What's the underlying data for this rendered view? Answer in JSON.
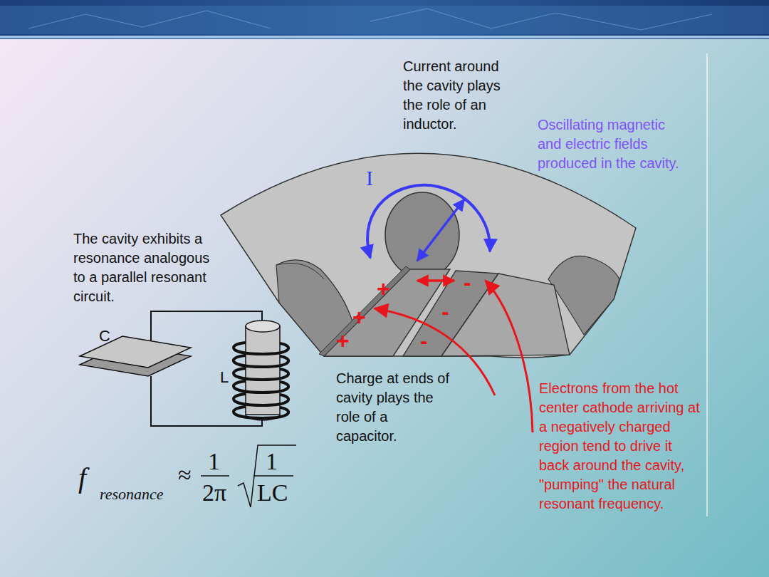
{
  "diagram": {
    "labels": [
      "Current around the cavity plays the role of an inductor.",
      "Oscillating magnetic and electric fields produced in the cavity.",
      "The cavity exhibits a resonance analogous to a parallel resonant circuit.",
      "Charge at ends of cavity plays the role of a capacitor.",
      "Electrons from the hot center cathode arriving at a negatively charged region tend to drive it back around the cavity, \"pumping\" the natural resonant frequency.",
      "I",
      "+",
      "+",
      "+",
      "-",
      "-",
      "-",
      "C",
      "L",
      "f",
      "resonance",
      "≈",
      "1",
      "2π",
      "1",
      "LC"
    ]
  }
}
